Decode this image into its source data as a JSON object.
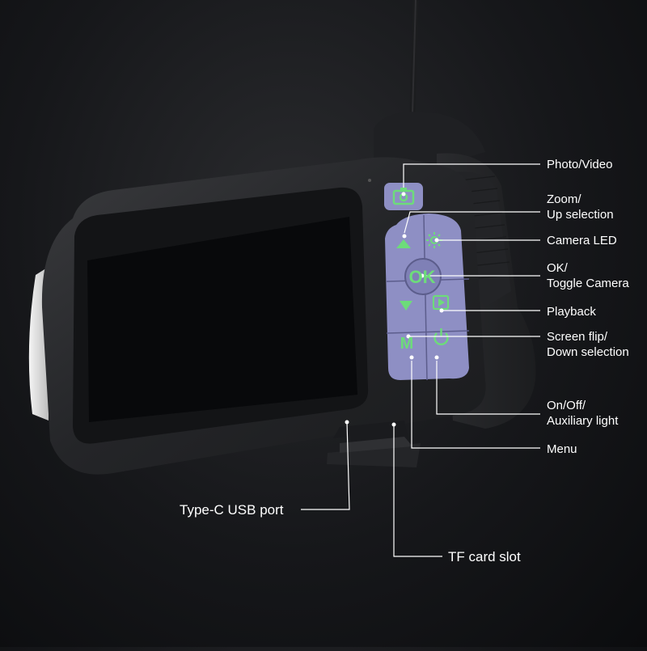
{
  "colors": {
    "background": "#141518",
    "device_body": "#2b2c2f",
    "screen": "#08090b",
    "button_panel": "#8e8fc4",
    "button_icon": "#6ddc7a",
    "leader_line": "#ffffff"
  },
  "callouts": {
    "photo_video": {
      "text": "Photo/Video"
    },
    "zoom_up": {
      "line1": "Zoom/",
      "line2": "Up selection"
    },
    "camera_led": {
      "text": "Camera LED"
    },
    "ok_toggle": {
      "line1": "OK/",
      "line2": "Toggle Camera"
    },
    "playback": {
      "text": "Playback"
    },
    "screen_flip": {
      "line1": "Screen flip/",
      "line2": "Down selection"
    },
    "on_off": {
      "line1": "On/Off/",
      "line2": "Auxiliary light"
    },
    "menu": {
      "text": "Menu"
    },
    "type_c": {
      "text": "Type-C USB port"
    },
    "tf_card": {
      "text": "TF card slot"
    }
  },
  "buttons": {
    "ok_label": "OK",
    "menu_label": "M"
  },
  "icons": {
    "camera": "camera-icon",
    "led": "sun-icon",
    "up": "triangle-up-icon",
    "down": "triangle-down-icon",
    "playback": "play-icon",
    "power": "power-icon"
  }
}
